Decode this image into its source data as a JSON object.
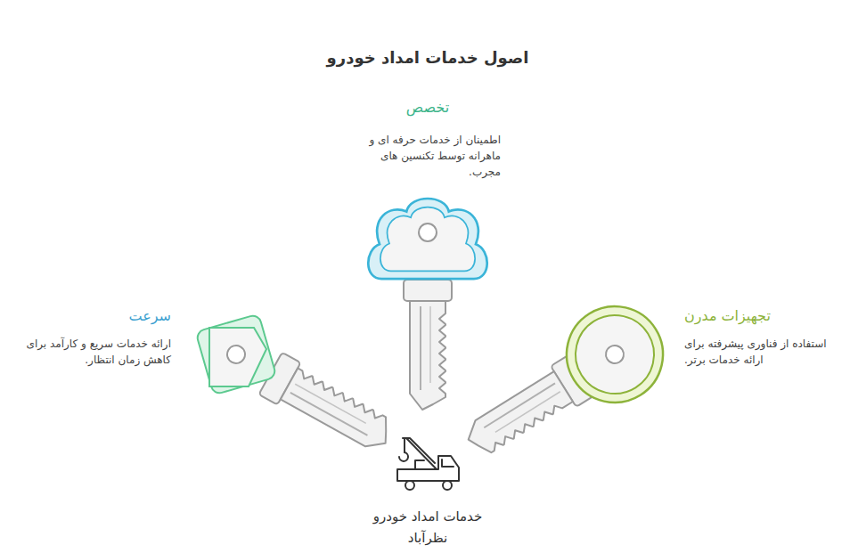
{
  "diagram": {
    "title": "اصول خدمات امداد خودرو",
    "labels": [
      "تخصص",
      "اطمینان از خدمات حرفه ای و ماهرانه توسط تکنسین های مجرب.",
      "سرعت",
      "ارائه خدمات سریع و کارآمد برای کاهش زمان انتظار.",
      "تجهیزات مدرن",
      "استفاده از فناوری پیشرفته برای ارائه خدمات برتر.",
      "خدمات امداد خودرو نظرآباد"
    ]
  }
}
